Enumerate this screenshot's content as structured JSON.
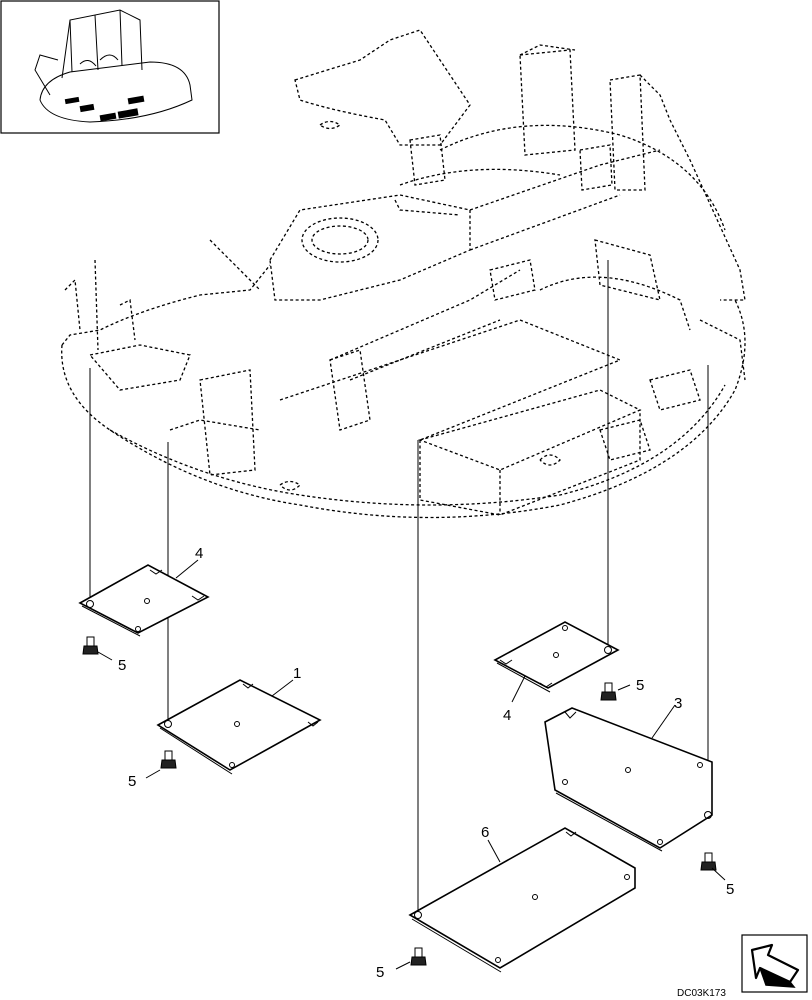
{
  "diagram": {
    "callouts": {
      "c1": "1",
      "c3": "3",
      "c4a": "4",
      "c4b": "4",
      "c5a": "5",
      "c5b": "5",
      "c5c": "5",
      "c5d": "5",
      "c5e": "5",
      "c6": "6"
    },
    "reference_code": "DC03K173"
  }
}
